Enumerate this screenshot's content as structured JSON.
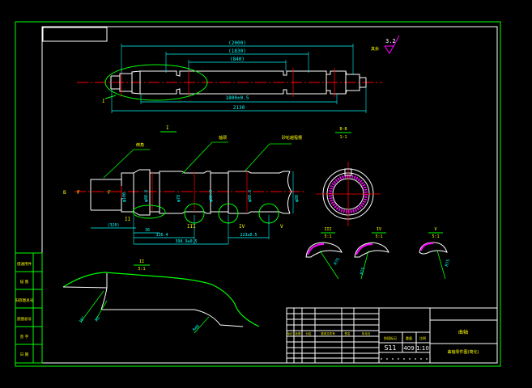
{
  "top": {
    "dims": [
      "(2000)",
      "(1830)",
      "(840)"
    ],
    "bottom_dims": [
      "1800±0.5",
      "2130"
    ],
    "surface_finish": "3.2",
    "side_note": "其余",
    "detail_callout": "I"
  },
  "section_title": "I",
  "section_view": {
    "label": "B-B",
    "scale": "1:1"
  },
  "detail": {
    "labels": [
      "B",
      "F",
      "F"
    ],
    "top_notes": [
      "倒角",
      "轴颈",
      "砂轮越程槽"
    ],
    "dims": [
      "φ100",
      "φ80.8",
      "φ78",
      "φ80.8",
      "φ80.8",
      "φ80"
    ],
    "bottom_dims": [
      "(320)",
      "36",
      "336.4",
      "398.9±0.5",
      "223±0.5"
    ],
    "callouts": [
      "II",
      "III",
      "IV",
      "V"
    ]
  },
  "small_details": [
    {
      "label": "III",
      "scale": "5:1",
      "radius": "R75"
    },
    {
      "label": "IV",
      "scale": "5:1",
      "radius": "R75"
    },
    {
      "label": "V",
      "scale": "5:1",
      "radius": "R75"
    }
  ],
  "big_detail": {
    "label": "II",
    "scale": "5:1",
    "dims": [
      "30°",
      "R5",
      "R40"
    ]
  },
  "left_strip": [
    "借通用件",
    "描 图",
    "旧底图总号",
    "底图总号",
    "签 字",
    "日 期"
  ],
  "title_block": {
    "part_name": "曲轴",
    "drawing_name": "曲轴零件图(简化)",
    "code": "S11",
    "quantity": "409",
    "scale": "1:10",
    "header_labels": [
      "阶段标记",
      "重量",
      "比例"
    ],
    "row_labels": [
      "标记",
      "处数",
      "分区",
      "更改文件号",
      "签名",
      "年月日"
    ]
  },
  "colors": {
    "frame": "#00ff00",
    "line": "#ffffff",
    "center": "#ff0000",
    "dim": "#00ffff",
    "hatch": "#ff00ff",
    "leader": "#00ff00",
    "note": "#ffff00"
  }
}
